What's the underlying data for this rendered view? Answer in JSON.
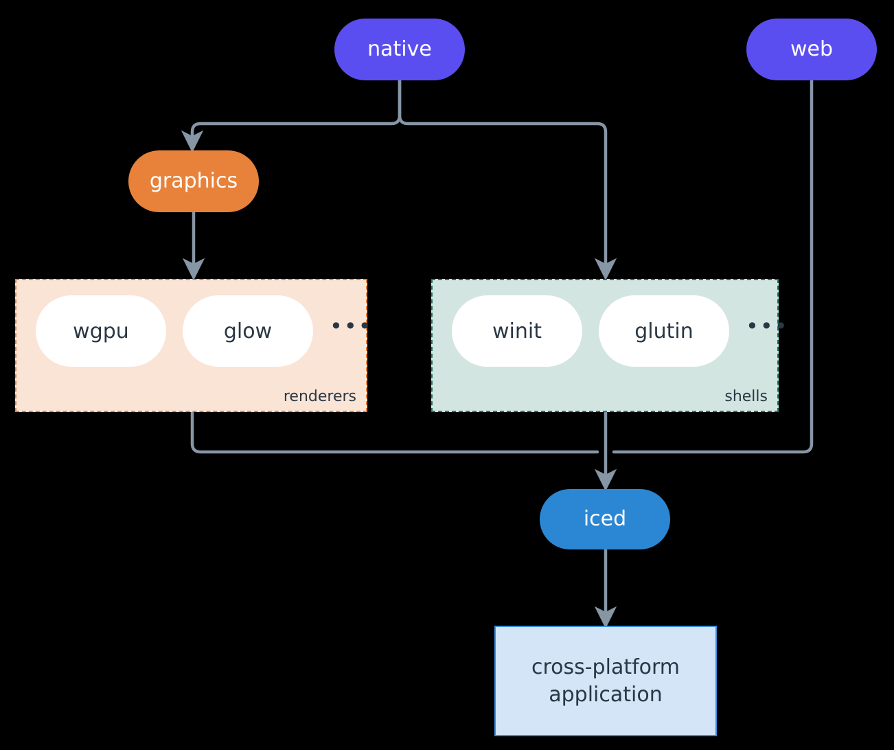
{
  "diagram": {
    "type": "flow-architecture",
    "background_color": "#000000",
    "edge_color": "#8796a5",
    "nodes": {
      "native": {
        "label": "native",
        "shape": "pill",
        "color": "#5b4ef0",
        "text_color": "#ffffff"
      },
      "web": {
        "label": "web",
        "shape": "pill",
        "color": "#5b4ef0",
        "text_color": "#ffffff"
      },
      "graphics": {
        "label": "graphics",
        "shape": "pill",
        "color": "#e8823a",
        "text_color": "#ffffff"
      },
      "iced": {
        "label": "iced",
        "shape": "pill",
        "color": "#2b87d3",
        "text_color": "#ffffff"
      },
      "application": {
        "line1": "cross-platform",
        "line2": "application",
        "shape": "rectangle",
        "color": "#d3e5f7",
        "border_color": "#3a8fde",
        "text_color": "#2a3744"
      }
    },
    "groups": {
      "renderers": {
        "label": "renderers",
        "fill": "#fae4d6",
        "border_color": "#e8823a",
        "border_style": "dashed",
        "items": [
          {
            "label": "wgpu"
          },
          {
            "label": "glow"
          }
        ],
        "ellipsis": "•••"
      },
      "shells": {
        "label": "shells",
        "fill": "#d3e5e0",
        "border_color": "#1d7a63",
        "border_style": "dashed",
        "items": [
          {
            "label": "winit"
          },
          {
            "label": "glutin"
          }
        ],
        "ellipsis": "•••"
      }
    },
    "edges": [
      {
        "from": "native",
        "to": "graphics"
      },
      {
        "from": "native",
        "to": "shells"
      },
      {
        "from": "graphics",
        "to": "renderers"
      },
      {
        "from": "renderers",
        "to": "iced"
      },
      {
        "from": "shells",
        "to": "iced"
      },
      {
        "from": "web",
        "to": "iced"
      },
      {
        "from": "iced",
        "to": "application"
      }
    ]
  }
}
